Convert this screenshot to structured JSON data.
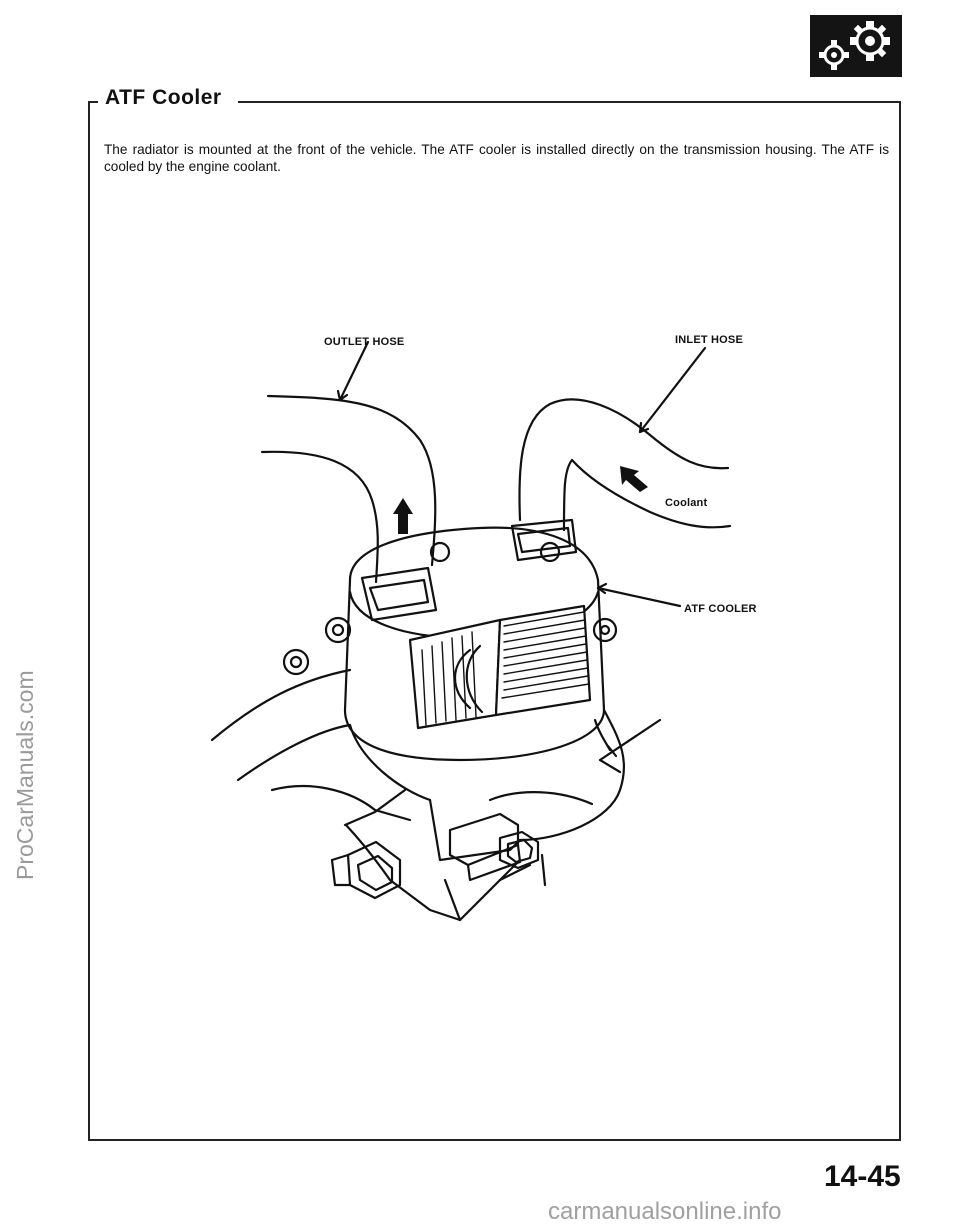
{
  "header": {
    "section_title": "ATF Cooler",
    "badge_icon": "gears-icon"
  },
  "body": {
    "intro": "The radiator is mounted at the front of the vehicle. The ATF cooler is installed directly on the transmission housing. The ATF is cooled by the engine coolant."
  },
  "diagram": {
    "labels": {
      "outlet_hose": "OUTLET  HOSE",
      "inlet_hose": "INLET  HOSE",
      "coolant": "Coolant",
      "atf_cooler": "ATF  COOLER"
    },
    "ink_color": "#111111"
  },
  "footer": {
    "page_number": "14-45"
  },
  "watermarks": {
    "side": "ProCarManuals.com",
    "footer": "carmanualsonline.info"
  }
}
